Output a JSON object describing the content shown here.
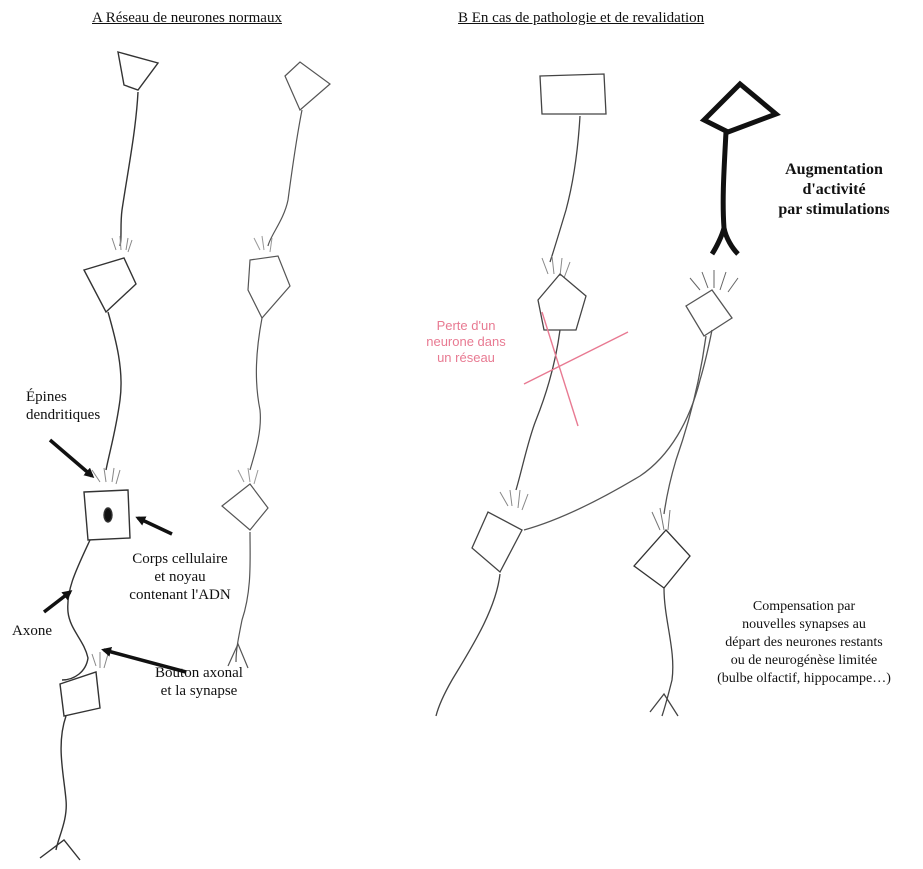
{
  "panels": {
    "a": {
      "title": "A  Réseau de neurones normaux"
    },
    "b": {
      "title": "B  En cas de pathologie et de revalidation"
    }
  },
  "labels": {
    "epines": [
      "Épines",
      "dendritiques"
    ],
    "corps": [
      "Corps cellulaire",
      "et noyau",
      "contenant l'ADN"
    ],
    "axone": "Axone",
    "bouton": [
      "Bouton axonal",
      "et la synapse"
    ],
    "augmentation": [
      "Augmentation",
      "d'activité",
      "par stimulations"
    ],
    "perte": [
      "Perte d'un",
      "neurone dans",
      "un réseau"
    ],
    "compensation": [
      "Compensation par",
      "nouvelles synapses au",
      "départ des neurones restants",
      "ou de neurogénèse limitée",
      "(bulbe olfactif, hippocampe…)"
    ]
  },
  "colors": {
    "ink": "#111111",
    "faint": "#8a8a8a",
    "lesion": "#e87a92",
    "background": "#ffffff"
  }
}
